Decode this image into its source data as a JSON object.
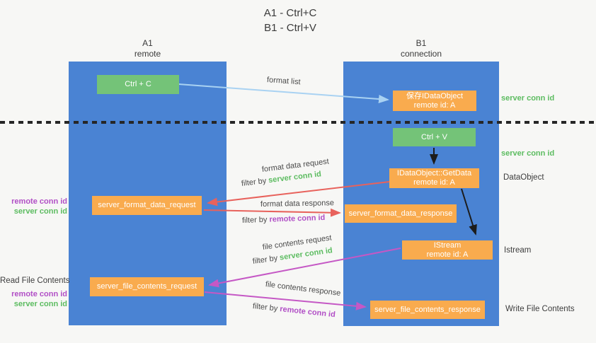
{
  "title": {
    "line1": "A1 - Ctrl+C",
    "line2": "B1 - Ctrl+V"
  },
  "lanes": {
    "a1": {
      "name": "A1",
      "role": "remote"
    },
    "b1": {
      "name": "B1",
      "role": "connection"
    }
  },
  "nodes": {
    "ctrl_c": {
      "label": "Ctrl + C"
    },
    "save_idataobject": {
      "line1": "保存IDataObject",
      "line2": "remote id: A"
    },
    "ctrl_v": {
      "label": "Ctrl + V"
    },
    "getdata": {
      "line1": "IDataObject::GetData",
      "line2": "remote id: A"
    },
    "format_request": {
      "label": "server_format_data_request"
    },
    "format_response": {
      "label": "server_format_data_response"
    },
    "istream": {
      "line1": "IStream",
      "line2": "remote id: A"
    },
    "file_request": {
      "label": "server_file_contents_request"
    },
    "file_response": {
      "label": "server_file_contents_response"
    }
  },
  "left_labels": [
    {
      "text": "remote conn id"
    },
    {
      "text": "server conn id"
    },
    {
      "text": "Read File Contents"
    },
    {
      "text": "remote conn id"
    },
    {
      "text": "server conn id"
    }
  ],
  "right_labels": [
    {
      "text": "server conn id"
    },
    {
      "text": "server conn id"
    },
    {
      "text": "DataObject"
    },
    {
      "text": "Istream"
    },
    {
      "text": "Write File Contents"
    }
  ],
  "flow_labels": {
    "format_list": "format list",
    "format_data_request": "format data request",
    "format_data_response": "format data response",
    "file_contents_request": "file contents request",
    "file_contents_response": "file contents response"
  },
  "filters": [
    {
      "prefix": "filter by ",
      "value": "server conn id"
    },
    {
      "prefix": "filter by ",
      "value": "remote conn id"
    },
    {
      "prefix": "filter by ",
      "value": "server conn id"
    },
    {
      "prefix": "filter by ",
      "value": "remote conn id"
    }
  ],
  "colors": {
    "lane_blue": "#4a83d3",
    "node_orange": "#f9ab4e",
    "node_green": "#74c378",
    "accent_green": "#5cbc60",
    "accent_purple": "#b14fc6",
    "arrow_red": "#e8625c",
    "arrow_magenta": "#c558c5",
    "arrow_light_blue": "#a9d2f2",
    "arrow_black": "#1c1c1c"
  }
}
